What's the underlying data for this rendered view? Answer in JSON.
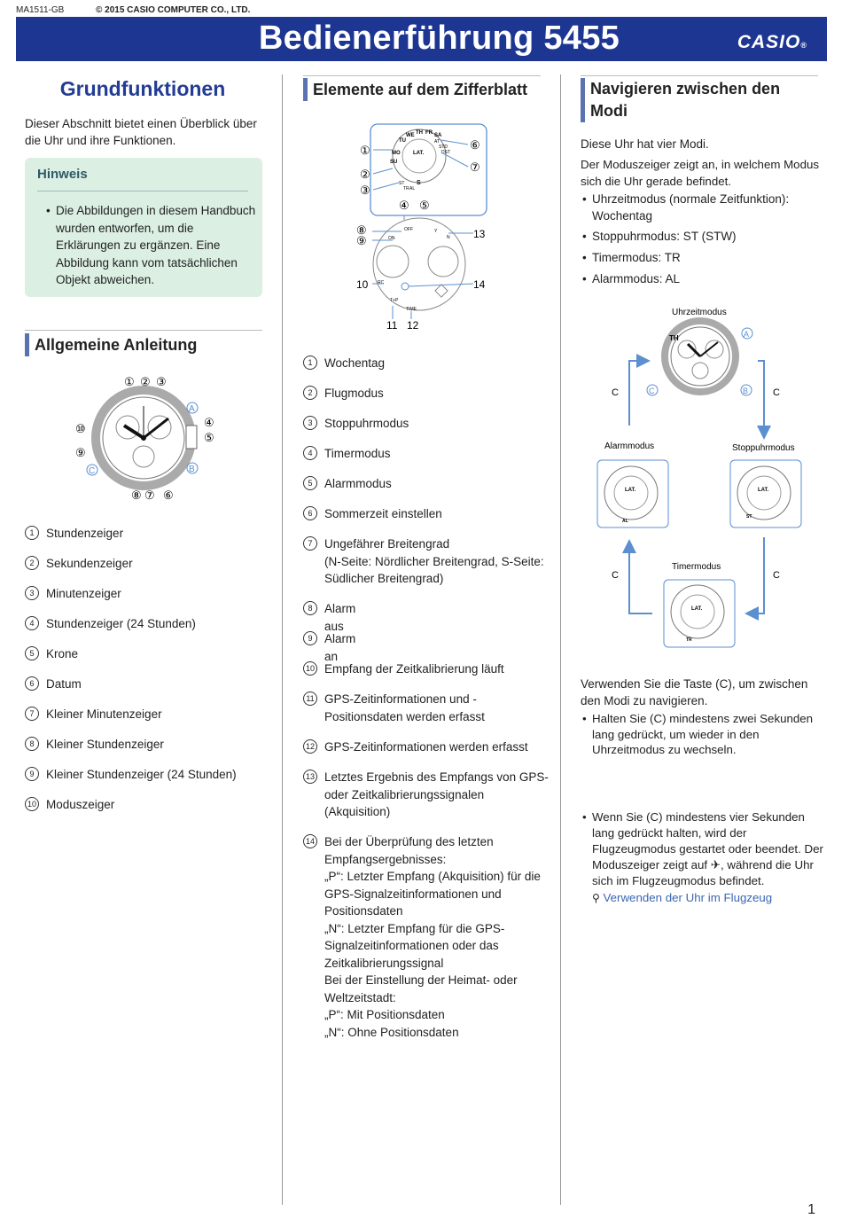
{
  "header": {
    "code": "MA1511-GB",
    "copyright": "© 2015 CASIO COMPUTER CO., LTD.",
    "title": "Bedienerführung 5455",
    "logo": "CASIO",
    "logo_mark": "®"
  },
  "col1": {
    "heading": "Grundfunktionen",
    "intro": "Dieser Abschnitt bietet einen Überblick über die Uhr und ihre Funktionen.",
    "hint": {
      "title": "Hinweis",
      "text": "Die Abbildungen in diesem Handbuch wurden entworfen, um die Erklärungen zu ergänzen. Eine Abbildung kann vom tatsächlichen Objekt abweichen."
    },
    "section": "Allgemeine Anleitung",
    "figure_labels": {
      "n1": "①",
      "n2": "②",
      "n3": "③",
      "n4": "④",
      "n5": "⑤",
      "n6": "⑥",
      "n7": "⑦",
      "n8": "⑧",
      "n9": "⑨",
      "n10": "⑩",
      "A": "A",
      "B": "B",
      "C": "C"
    },
    "items": [
      {
        "num": "1",
        "text": "Stundenzeiger"
      },
      {
        "num": "2",
        "text": "Sekundenzeiger"
      },
      {
        "num": "3",
        "text": "Minutenzeiger"
      },
      {
        "num": "4",
        "text": "Stundenzeiger (24 Stunden)"
      },
      {
        "num": "5",
        "text": "Krone"
      },
      {
        "num": "6",
        "text": "Datum"
      },
      {
        "num": "7",
        "text": "Kleiner Minutenzeiger"
      },
      {
        "num": "8",
        "text": "Kleiner Stundenzeiger"
      },
      {
        "num": "9",
        "text": "Kleiner Stundenzeiger (24 Stunden)"
      },
      {
        "num": "10",
        "text": "Moduszeiger"
      }
    ]
  },
  "col2": {
    "section": "Elemente auf dem Zifferblatt",
    "dial_labels": {
      "days": [
        "SU",
        "MO",
        "TU",
        "WE",
        "TH",
        "FR",
        "SA"
      ],
      "lat": "LAT.",
      "at": "AT",
      "std": "STD",
      "dst": "DST",
      "st": "ST",
      "tr": "TR",
      "al": "AL",
      "s": "S",
      "on": "ON",
      "off": "OFF",
      "y": "Y",
      "n": "N",
      "rc": "RC",
      "tp": "T+P",
      "time": "TIME"
    },
    "items": [
      {
        "num": "1",
        "lines": [
          "Wochentag"
        ]
      },
      {
        "num": "2",
        "lines": [
          "Flugmodus"
        ]
      },
      {
        "num": "3",
        "lines": [
          "Stoppuhrmodus"
        ]
      },
      {
        "num": "4",
        "lines": [
          "Timermodus"
        ]
      },
      {
        "num": "5",
        "lines": [
          "Alarmmodus"
        ]
      },
      {
        "num": "6",
        "lines": [
          "Sommerzeit einstellen"
        ]
      },
      {
        "num": "7",
        "lines": [
          "Ungefährer Breitengrad",
          "(N-Seite: Nördlicher Breitengrad, S-Seite:",
          "Südlicher Breitengrad)"
        ]
      },
      {
        "num": "8",
        "lines": [
          "Alarm aus"
        ]
      },
      {
        "num": "9",
        "lines": [
          "Alarm an"
        ]
      },
      {
        "num": "10",
        "lines": [
          "Empfang der Zeitkalibrierung läuft"
        ]
      },
      {
        "num": "11",
        "lines": [
          "GPS-Zeitinformationen und -",
          "Positionsdaten werden erfasst"
        ]
      },
      {
        "num": "12",
        "lines": [
          "GPS-Zeitinformationen werden erfasst"
        ]
      },
      {
        "num": "13",
        "lines": [
          "Letztes Ergebnis des Empfangs von GPS-",
          "oder Zeitkalibrierungssignalen",
          "(Akquisition)"
        ]
      },
      {
        "num": "14",
        "lines": [
          "Bei der Überprüfung des letzten",
          "Empfangsergebnisses:",
          "„P“: Letzter Empfang (Akquisition) für die",
          "GPS-Signalzeitinformationen und",
          "Positionsdaten",
          "„N“: Letzter Empfang für die GPS-",
          "Signalzeitinformationen oder das",
          "Zeitkalibrierungssignal",
          "Bei der Einstellung der Heimat- oder",
          "Weltzeitstadt:",
          "„P“: Mit Positionsdaten",
          "„N“: Ohne Positionsdaten"
        ]
      }
    ]
  },
  "col3": {
    "section": "Navigieren zwischen den Modi",
    "p1": "Diese Uhr hat vier Modi.",
    "p2": "Der Moduszeiger zeigt an, in welchem Modus sich die Uhr gerade befindet.",
    "modes": [
      "Uhrzeitmodus (normale Zeitfunktion): Wochentag",
      "Stoppuhrmodus: ST (STW)",
      "Timermodus: TR",
      "Alarmmodus: AL"
    ],
    "diagram": {
      "uhrzeit": "Uhrzeitmodus",
      "alarm": "Alarmmodus",
      "stopp": "Stoppuhrmodus",
      "timer": "Timermodus",
      "c": "C",
      "th": "TH",
      "btn_a": "A",
      "btn_b": "B"
    },
    "p3": "Verwenden Sie die Taste (C), um zwischen den Modi zu navigieren.",
    "b1": "Halten Sie (C) mindestens zwei Sekunden lang gedrückt, um wieder in den Uhrzeitmodus zu wechseln.",
    "b2_part1": "Wenn Sie (C) mindestens vier Sekunden lang gedrückt halten, wird der Flugzeugmodus gestartet oder beendet. Der Moduszeiger zeigt auf",
    "b2_part2": ", während die Uhr sich im Flugzeugmodus befindet.",
    "link": "Verwenden der Uhr im Flugzeug"
  },
  "page_number": "1",
  "colors": {
    "banner": "#1d3692",
    "heading": "#233c94",
    "hint_bg": "#dcefe3",
    "link": "#3a67b3",
    "accent_blue": "#5b8fd0"
  }
}
